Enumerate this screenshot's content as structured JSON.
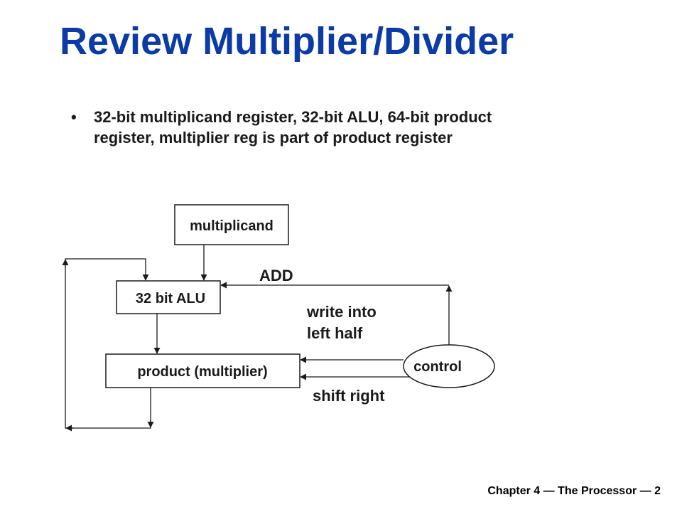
{
  "slide": {
    "title": "Review Multiplier/Divider",
    "bullets": [
      {
        "marker": "•",
        "line1": "32-bit multiplicand register, 32-bit ALU, 64-bit product",
        "line2": "register, multiplier reg is part of product register"
      }
    ],
    "footer": "Chapter 4 — The Processor — 2"
  },
  "diagram": {
    "boxes": {
      "multiplicand": "multiplicand",
      "alu": "32 bit ALU",
      "product": "product (multiplier)",
      "control": "control"
    },
    "labels": {
      "add": "ADD",
      "write_line1": "write into",
      "write_line2": "left half",
      "shift": "shift right"
    }
  }
}
